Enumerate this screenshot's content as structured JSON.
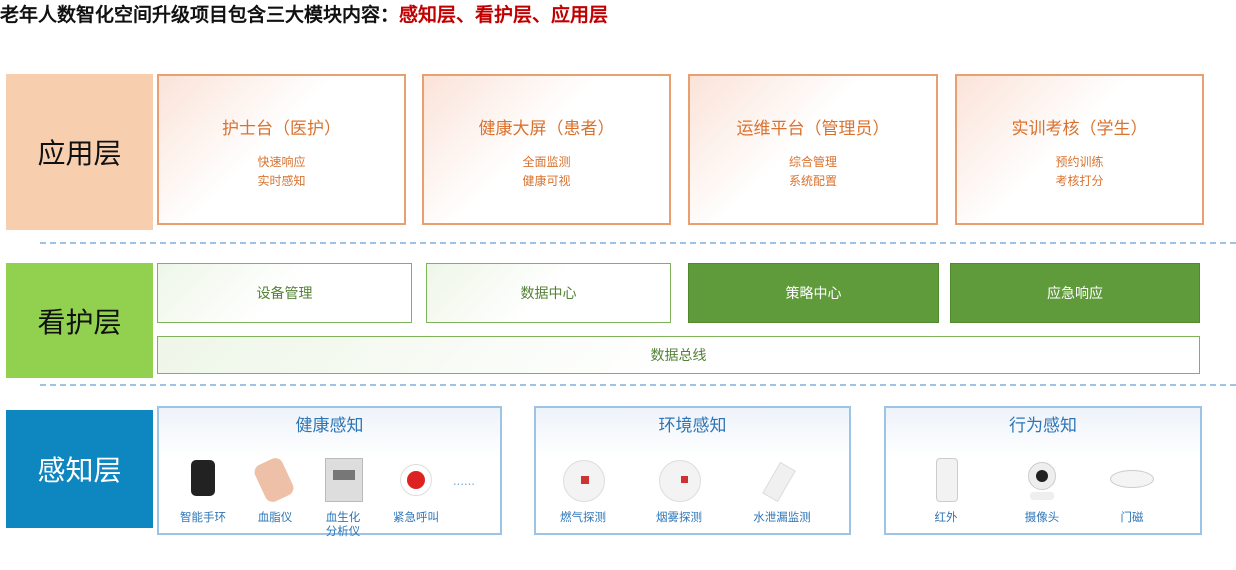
{
  "title": {
    "prefix": "老年人数智化空间升级项目包含三大模块内容：",
    "highlight": "感知层、看护层、应用层"
  },
  "layers": {
    "application": "应用层",
    "care": "看护层",
    "perception": "感知层"
  },
  "application_cards": [
    {
      "title": "护士台（医护）",
      "lines": [
        "快速响应",
        "实时感知"
      ]
    },
    {
      "title": "健康大屏（患者）",
      "lines": [
        "全面监测",
        "健康可视"
      ]
    },
    {
      "title": "运维平台（管理员）",
      "lines": [
        "综合管理",
        "系统配置"
      ]
    },
    {
      "title": "实训考核（学生）",
      "lines": [
        "预约训练",
        "考核打分"
      ]
    }
  ],
  "care_modules": [
    "设备管理",
    "数据中心",
    "策略中心",
    "应急响应"
  ],
  "data_bus": "数据总线",
  "perception_groups": [
    {
      "title": "健康感知",
      "devices": [
        "智能手环",
        "血脂仪",
        "血生化分析仪",
        "紧急呼叫"
      ],
      "more": "......"
    },
    {
      "title": "环境感知",
      "devices": [
        "燃气探测",
        "烟雾探测",
        "水泄漏监测"
      ]
    },
    {
      "title": "行为感知",
      "devices": [
        "红外",
        "摄像头",
        "门磁"
      ]
    }
  ],
  "colors": {
    "app_bg": "#f8cfae",
    "care_bg": "#92d050",
    "perception_bg": "#0e86c0",
    "highlight": "#c00000"
  }
}
